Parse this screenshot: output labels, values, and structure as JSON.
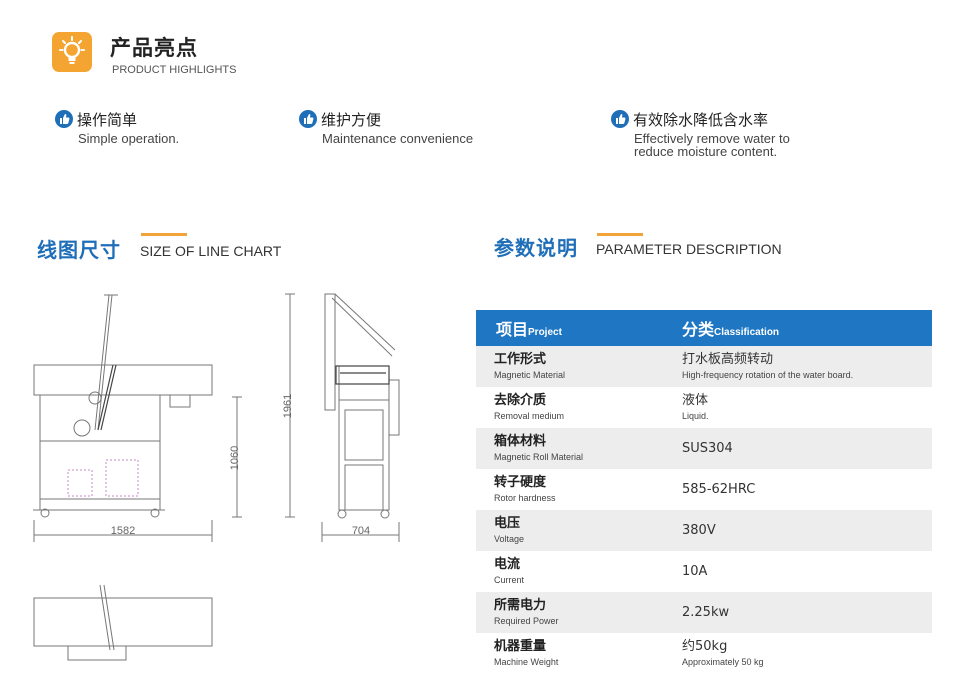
{
  "header": {
    "title": "产品亮点",
    "subtitle": "PRODUCT HIGHLIGHTS",
    "icon": "lightbulb-icon",
    "accent": "#f4a531"
  },
  "highlights": [
    {
      "title": "操作简单",
      "desc": "Simple operation."
    },
    {
      "title": "维护方便",
      "desc": "Maintenance convenience"
    },
    {
      "title": "有效除水降低含水率",
      "desc_line1": "Effectively remove water to",
      "desc_line2": "reduce moisture content."
    }
  ],
  "line_chart_section": {
    "title": "线图尺寸",
    "subtitle": "SIZE OF LINE CHART",
    "dimensions": {
      "width": "1582",
      "height": "1060",
      "total_height": "1961",
      "depth": "704"
    }
  },
  "parameter_section": {
    "title": "参数说明",
    "subtitle": "PARAMETER DESCRIPTION",
    "header": {
      "col1_zh": "项目",
      "col1_en": "Project",
      "col2_zh": "分类",
      "col2_en": "Classification"
    },
    "rows": [
      {
        "zh": "工作形式",
        "en": "Magnetic Material",
        "value": "打水板高频转动",
        "note": "High-frequency rotation of the water board."
      },
      {
        "zh": "去除介质",
        "en": "Removal medium",
        "value": "液体",
        "note": "Liquid."
      },
      {
        "zh": "箱体材料",
        "en": "Magnetic Roll Material",
        "value": "SUS304",
        "note": ""
      },
      {
        "zh": "转子硬度",
        "en": "Rotor hardness",
        "value": "585-62HRC",
        "note": ""
      },
      {
        "zh": "电压",
        "en": "Voltage",
        "value": "380V",
        "note": ""
      },
      {
        "zh": "电流",
        "en": "Current",
        "value": "10A",
        "note": ""
      },
      {
        "zh": "所需电力",
        "en": "Required Power",
        "value": "2.25kw",
        "note": ""
      },
      {
        "zh": "机器重量",
        "en": "Machine Weight",
        "value": "约50kg",
        "note": "Approximately 50 kg"
      }
    ],
    "colors": {
      "header_bg": "#1f77c4",
      "stripe": "#ededed",
      "title": "#1f6fb8"
    }
  }
}
